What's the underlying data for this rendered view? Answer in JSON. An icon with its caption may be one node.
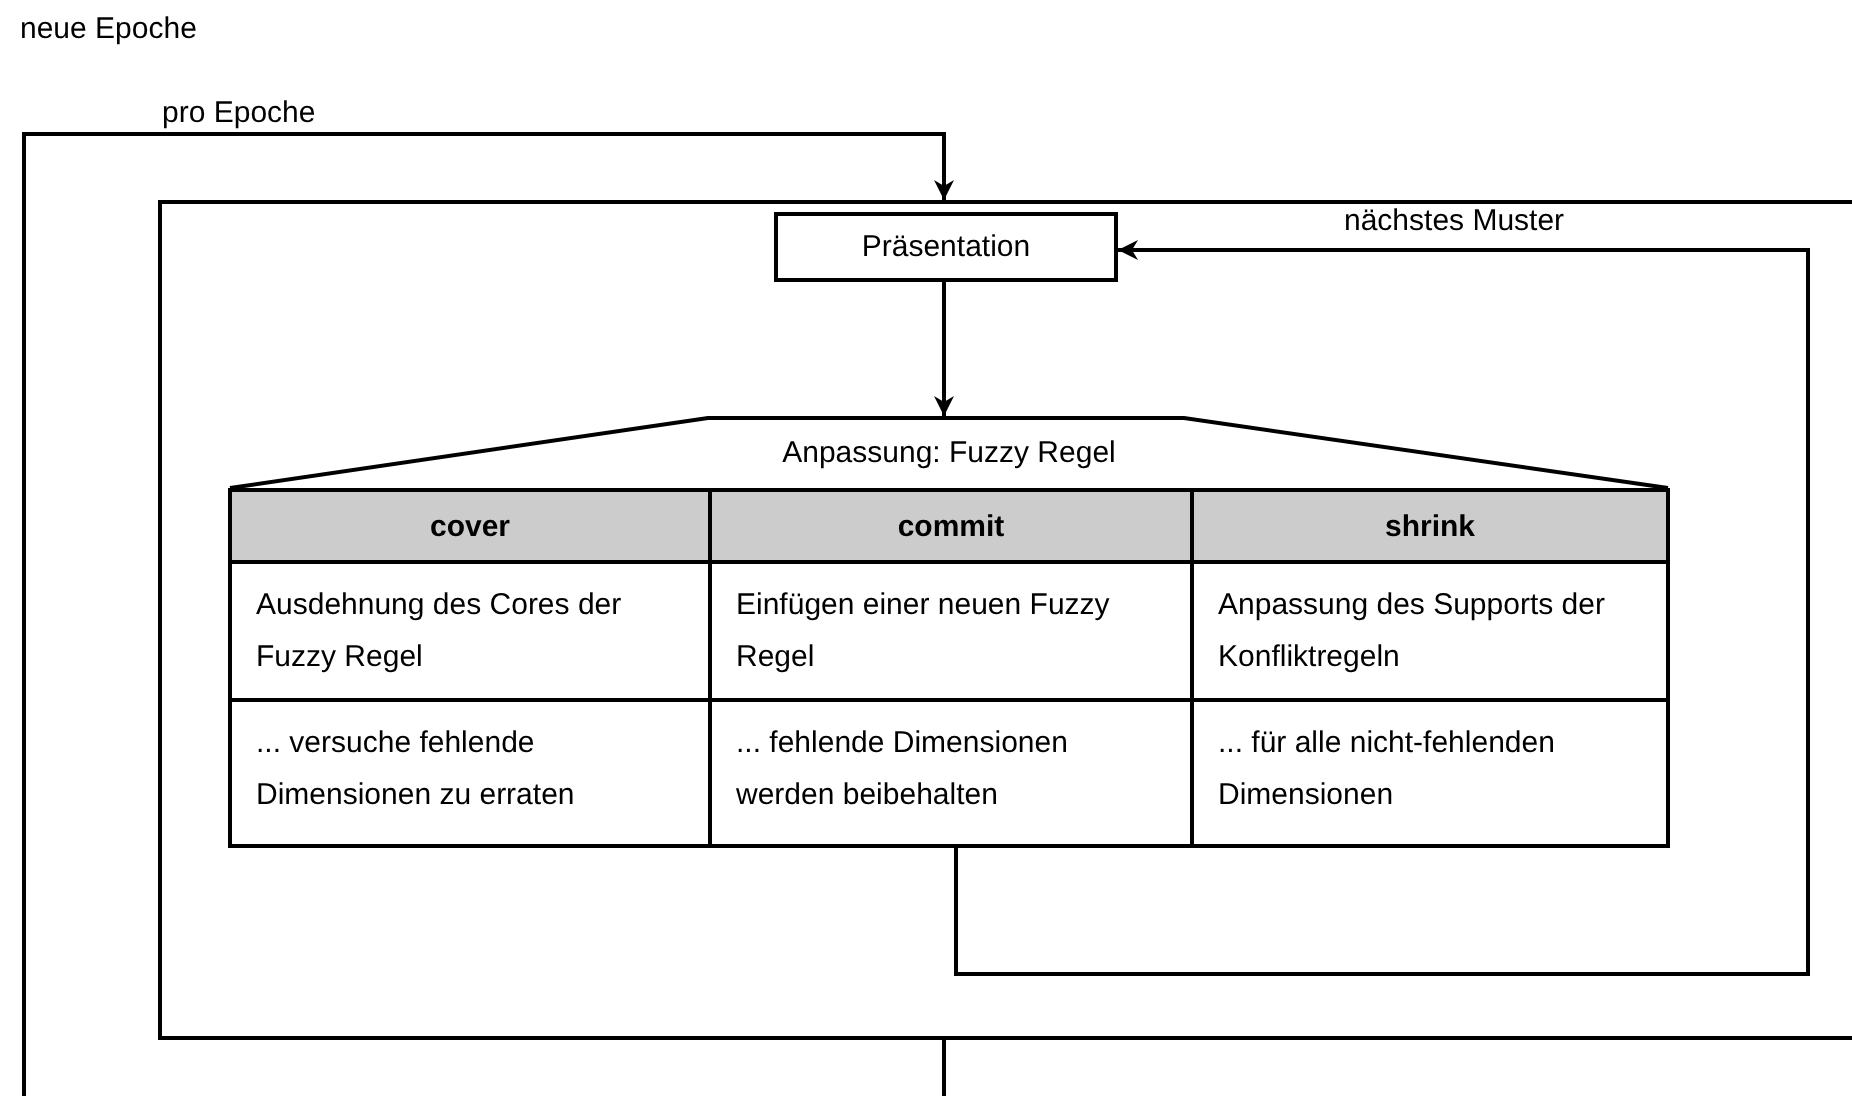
{
  "diagram": {
    "nodes": [
      {
        "text": [
          "pro Epoche"
        ]
      },
      {
        "text": [
          "Präsentation"
        ],
        "in": 0
      },
      {
        "text": [
          "Anpassung: Fuzzy Regel"
        ],
        "in": 0
      },
      {
        "text": [
          "cover",
          "Ausdehnung des Cores der Fuzzy Regel",
          "... versuche fehlende Dimensionen zu erraten"
        ],
        "in": 2
      },
      {
        "text": [
          "commit",
          "Einfügen einer neuen Fuzzy Regel",
          "... fehlende Dimensionen werden beibehalten"
        ],
        "in": 2
      },
      {
        "text": [
          "shrink",
          "Anpassung des Supports der Konfliktregeln",
          "... für alle nicht-fehlenden Dimensionen"
        ],
        "in": 2
      }
    ],
    "edges": [
      {
        "from": null,
        "to": 0,
        "arrow": "to",
        "label": "neue Epoche"
      },
      {
        "from": 0,
        "to": null,
        "arrow": "none"
      },
      {
        "from": 1,
        "to": 2,
        "arrow": "to"
      },
      {
        "from": 4,
        "to": 1,
        "arrow": "to",
        "label": "nächstes Muster"
      }
    ]
  }
}
